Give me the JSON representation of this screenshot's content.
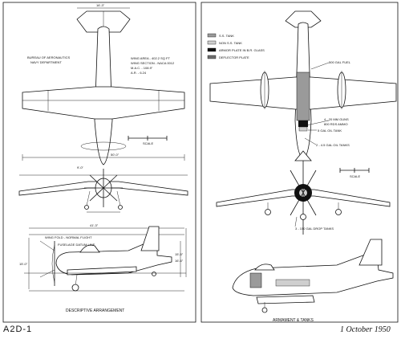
{
  "sheet": {
    "id": "A2D-1",
    "date": "1 October 1950"
  },
  "left_panel": {
    "bureau": [
      "BUREAU OF AERONAUTICS",
      "NAVY DEPARTMENT"
    ],
    "wing_data": [
      "WING AREA - 402.2 SQ FT",
      "WING SECTION - NACA 0012",
      "M.A.C. - 108.9\"",
      "A.R. - 6.24"
    ],
    "dims": {
      "tail_span": "16'-3\"",
      "scale_label": "SCALE",
      "track": "9'-0\"",
      "span": "50'-0\"",
      "length": "41'-3\"",
      "height": "15'-5\"",
      "height2": "16'-6\"",
      "prop_dia": "15'-0\""
    },
    "notes": [
      "WING FOLD - NORMAL FLIGHT",
      "FUSELAGE DATUM LINE"
    ],
    "caption": "DESCRIPTIVE ARRANGEMENT"
  },
  "right_panel": {
    "legend": [
      {
        "label": "S.S. TANK",
        "swatch": "#9a9a9a"
      },
      {
        "label": "NON S.S. TANK",
        "swatch": "#cfcfcf"
      },
      {
        "label": "ARMOR PLATE IN B.R. GLASS",
        "swatch": "#111111"
      },
      {
        "label": "DEFLECTOR PLATE",
        "swatch": "#6e6e6e"
      }
    ],
    "callouts": {
      "fuel": "500 GAL FUEL",
      "guns": [
        "4 - 20 MM GUNS",
        "800 RDS AMMO"
      ],
      "oil1": "5 GAL OIL TANK",
      "oil2": "2 - 4.5 GAL OIL TANKS",
      "drop": "3 - 150 GAL DROP TANKS"
    },
    "scale_label": "SCALE",
    "caption": "ARMAMENT & TANKS"
  }
}
